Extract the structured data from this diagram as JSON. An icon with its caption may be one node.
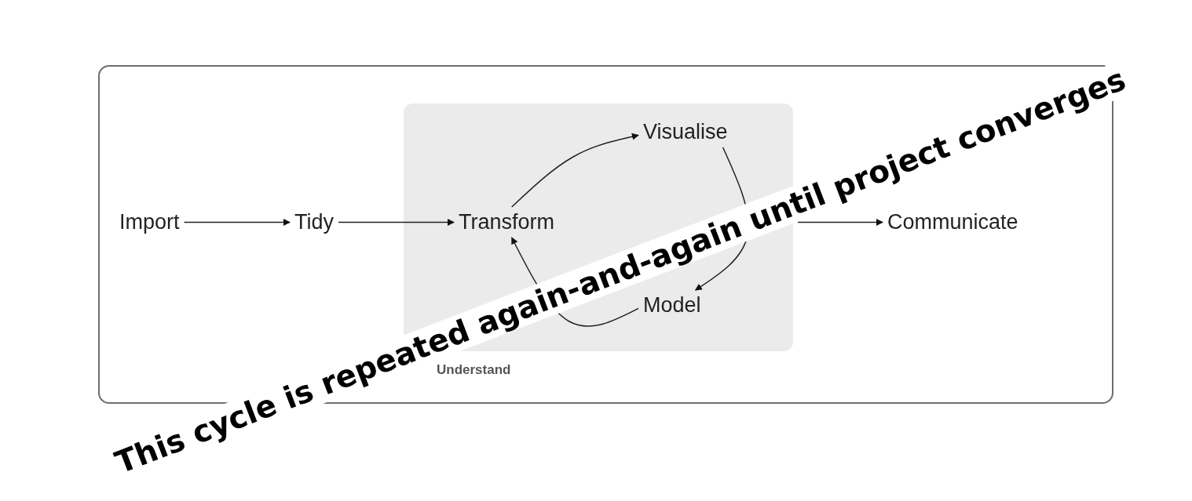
{
  "diagram": {
    "nodes": [
      {
        "text": [],
        "shape": "box"
      },
      {
        "text": [
          "Import"
        ],
        "in": 0
      },
      {
        "text": [
          "Tidy"
        ],
        "in": 0
      },
      {
        "text": [
          "Understand"
        ],
        "in": 0
      },
      {
        "text": [
          "Transform"
        ],
        "in": 3
      },
      {
        "text": [
          "Visualise"
        ],
        "in": 3
      },
      {
        "text": [
          "Model"
        ],
        "in": 3
      },
      {
        "text": [
          "Communicate"
        ],
        "in": 0
      }
    ],
    "edges": [
      {
        "from": 1,
        "to": 2,
        "arrow": "to"
      },
      {
        "from": 2,
        "to": 4,
        "arrow": "to"
      },
      {
        "from": 4,
        "to": 5,
        "arrow": "to"
      },
      {
        "from": 5,
        "to": 6,
        "arrow": "to"
      },
      {
        "from": 6,
        "to": 4,
        "arrow": "to"
      },
      {
        "from": 3,
        "to": 7,
        "arrow": "to"
      }
    ],
    "labels": [
      "This cycle is repeated again-and-again until project converges"
    ]
  }
}
